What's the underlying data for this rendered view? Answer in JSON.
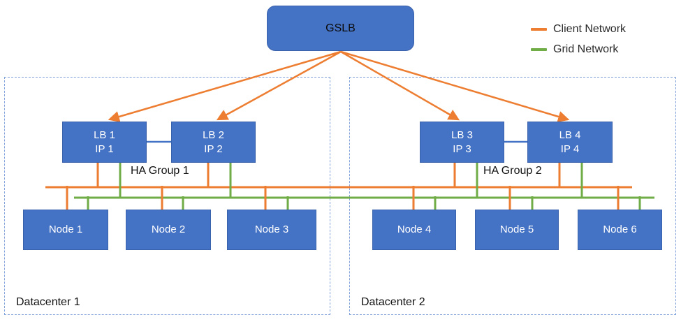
{
  "diagram": {
    "gslb": {
      "label": "GSLB"
    },
    "legend": [
      {
        "label": "Client Network"
      },
      {
        "label": "Grid Network"
      }
    ],
    "colors": {
      "client": "#ED7D31",
      "grid": "#70AD47",
      "box_blue": "#4472C4",
      "connector_blue": "#4472C4",
      "dc_border_blue": "#7F9FDB"
    },
    "datacenters": [
      {
        "label": "Datacenter 1"
      },
      {
        "label": "Datacenter 2"
      }
    ],
    "ha_groups": [
      {
        "label": "HA Group 1"
      },
      {
        "label": "HA Group 2"
      }
    ],
    "load_balancers": [
      {
        "name": "LB 1",
        "ip": "IP 1"
      },
      {
        "name": "LB 2",
        "ip": "IP 2"
      },
      {
        "name": "LB 3",
        "ip": "IP 3"
      },
      {
        "name": "LB 4",
        "ip": "IP 4"
      }
    ],
    "nodes": [
      {
        "label": "Node 1"
      },
      {
        "label": "Node 2"
      },
      {
        "label": "Node 3"
      },
      {
        "label": "Node 4"
      },
      {
        "label": "Node 5"
      },
      {
        "label": "Node 6"
      }
    ]
  }
}
